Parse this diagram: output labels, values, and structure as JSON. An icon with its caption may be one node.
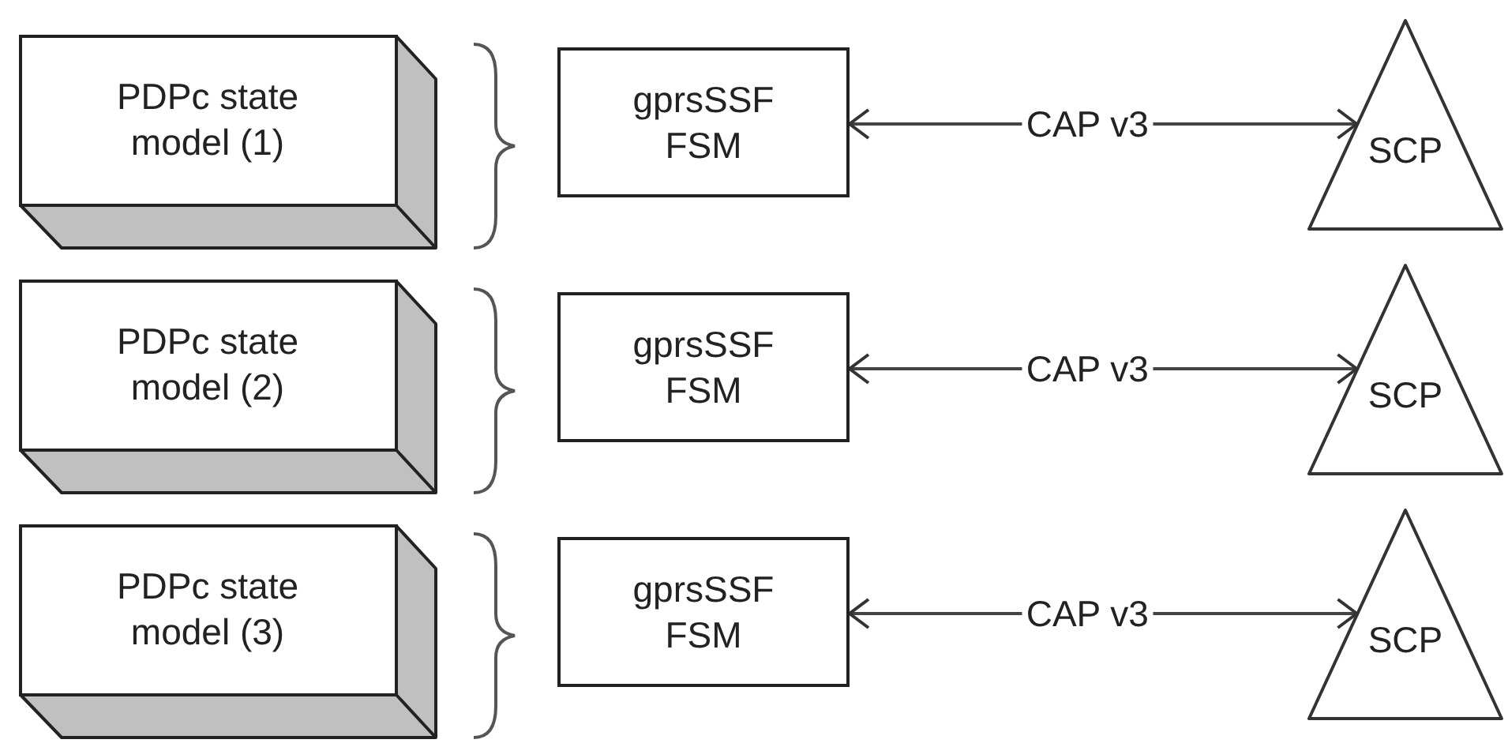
{
  "diagram": {
    "nodes": [
      {
        "text": [
          "PDPc state model (1)"
        ]
      },
      {
        "text": [
          "gprsSSF FSM"
        ]
      },
      {
        "text": [
          "SCP"
        ]
      },
      {
        "text": [
          "PDPc state model (2)"
        ]
      },
      {
        "text": [
          "gprsSSF FSM"
        ]
      },
      {
        "text": [
          "SCP"
        ]
      },
      {
        "text": [
          "PDPc state model (3)"
        ]
      },
      {
        "text": [
          "gprsSSF FSM"
        ]
      },
      {
        "text": [
          "SCP"
        ]
      }
    ],
    "edges": [
      {
        "from": 1,
        "to": 2,
        "arrow": "both",
        "label": "CAP v3"
      },
      {
        "from": 4,
        "to": 5,
        "arrow": "both",
        "label": "CAP v3"
      },
      {
        "from": 7,
        "to": 8,
        "arrow": "both",
        "label": "CAP v3"
      }
    ]
  }
}
